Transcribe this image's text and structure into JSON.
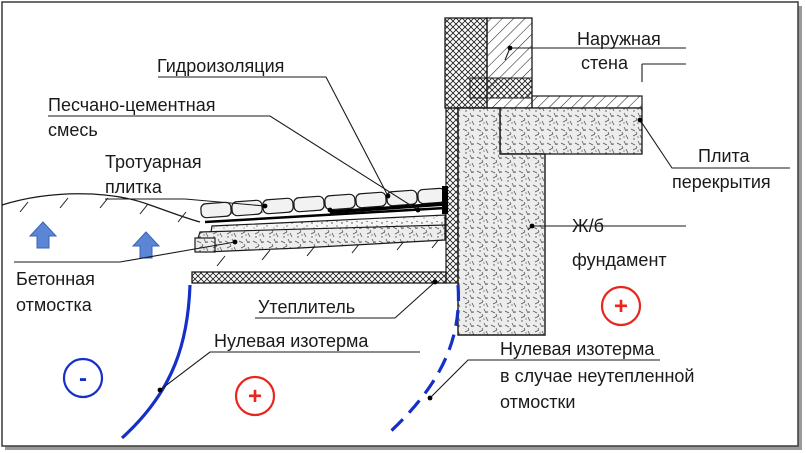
{
  "labels": {
    "outer_wall_1": "Наружная",
    "outer_wall_2": "стена",
    "waterproofing": "Гидроизоляция",
    "sand_cement_1": "Песчано-цементная",
    "sand_cement_2": "смесь",
    "paving_1": "Тротуарная",
    "paving_2": "плитка",
    "slab_1": "Плита",
    "slab_2": "перекрытия",
    "foundation_1": "Ж/б",
    "foundation_2": "фундамент",
    "blind_area_1": "Бетонная",
    "blind_area_2": "отмостка",
    "insulation": "Утеплитель",
    "isotherm": "Нулевая изотерма",
    "isotherm_uninsulated_1": "Нулевая изотерма",
    "isotherm_uninsulated_2": "в случае неутепленной",
    "isotherm_uninsulated_3": "отмостки"
  },
  "signs": {
    "minus": "-",
    "plus": "+"
  },
  "colors": {
    "isotherm": "#1530c8",
    "minus_sign": "#1530c8",
    "plus_sign": "#e8261e",
    "arrow_fill": "#5b86d6",
    "line": "#1a1a1a",
    "frame": "#3a3a3a"
  },
  "icons": {
    "frost_arrow": "up-arrow-icon"
  }
}
